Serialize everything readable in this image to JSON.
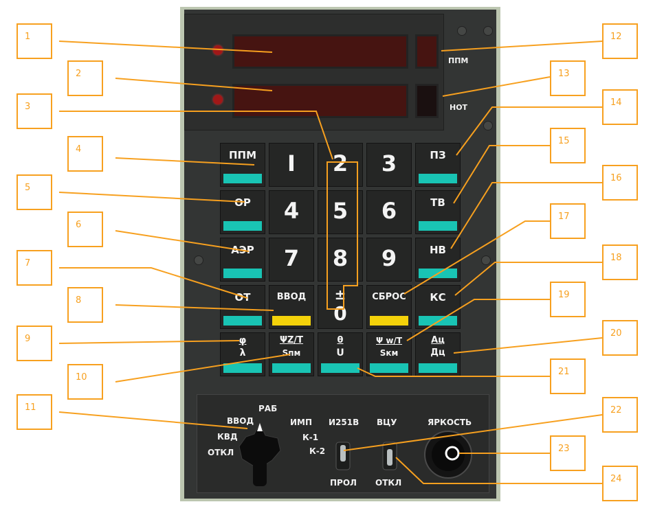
{
  "callouts": [
    "1",
    "2",
    "3",
    "4",
    "5",
    "6",
    "7",
    "8",
    "9",
    "10",
    "11",
    "12",
    "13",
    "14",
    "15",
    "16",
    "17",
    "18",
    "19",
    "20",
    "21",
    "22",
    "23",
    "24"
  ],
  "display_labels": {
    "ppm": "ППМ",
    "not": "НОТ"
  },
  "keys": {
    "r1c1": "ППМ",
    "r1c2": "I",
    "r1c3": "2",
    "r1c4": "3",
    "r1c5": "ПЗ",
    "r2c1": "ОР",
    "r2c2": "4",
    "r2c3": "5",
    "r2c4": "6",
    "r2c5": "ТВ",
    "r3c1": "АЭР",
    "r3c2": "7",
    "r3c3": "8",
    "r3c4": "9",
    "r3c5": "НВ",
    "r4c1": "ОТ",
    "r4c2": "ВВОД",
    "r4c3_top": "±",
    "r4c3_bottom": "0",
    "r4c4": "СБРОС",
    "r4c5": "КС",
    "r5c1_top": "φ",
    "r5c1_bottom": "λ",
    "r5c2_top": "ΨZ/T",
    "r5c2_bottom": "Sпм",
    "r5c3_top": "θ",
    "r5c3_bottom": "U",
    "r5c4_top": "Ψ w/T",
    "r5c4_bottom": "Sкм",
    "r5c5_top": "Ац",
    "r5c5_bottom": "Дц"
  },
  "mode_switch": {
    "rab": "РАБ",
    "vvod": "ВВОД",
    "kvd": "КВД",
    "otkl": "ОТКЛ"
  },
  "channel_labels": {
    "imp": "ИМП",
    "k1": "К-1",
    "k2": "К-2"
  },
  "toggle_labels": {
    "i251v": "И251В",
    "prol": "ПРОЛ",
    "vcu": "ВЦУ",
    "otkl": "ОТКЛ"
  },
  "brightness_label": "ЯРКОСТЬ",
  "colors": {
    "callout": "#f7a01f",
    "strip_cyan": "#19c4b4",
    "strip_yellow": "#f4d20a",
    "display": "#461411"
  }
}
